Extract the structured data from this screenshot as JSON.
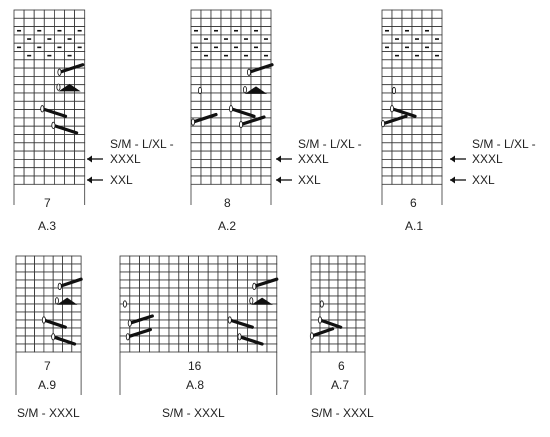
{
  "charts": [
    {
      "id": "A.3",
      "name": "A.3",
      "stitch_count": "7",
      "cols": 7,
      "rows": 21,
      "purl_rows": [
        17,
        19
      ],
      "symbols": [
        "cable-right",
        "triangle",
        "cable-left",
        "cable-left"
      ]
    },
    {
      "id": "A.2",
      "name": "A.2",
      "stitch_count": "8",
      "cols": 8,
      "rows": 21,
      "purl_rows": [
        17,
        19
      ],
      "symbols": [
        "cable-left",
        "triangle",
        "cable-right",
        "cable-left"
      ]
    },
    {
      "id": "A.1",
      "name": "A.1",
      "stitch_count": "6",
      "cols": 6,
      "rows": 21,
      "purl_rows": [
        17,
        19
      ],
      "symbols": [
        "cable-left",
        "cable-right"
      ]
    },
    {
      "id": "A.9",
      "name": "A.9",
      "stitch_count": "7",
      "cols": 7,
      "rows": 12,
      "purl_rows": [],
      "symbols": [
        "cable-right",
        "triangle",
        "cable-left"
      ],
      "size_label": "S/M - XXXL"
    },
    {
      "id": "A.8",
      "name": "A.8",
      "stitch_count": "16",
      "cols": 16,
      "rows": 12,
      "purl_rows": [],
      "symbols": [
        "cable-left",
        "triangle",
        "cable-right"
      ],
      "size_label": "S/M - XXXL"
    },
    {
      "id": "A.7",
      "name": "A.7",
      "stitch_count": "6",
      "cols": 6,
      "rows": 12,
      "purl_rows": [],
      "symbols": [
        "cable-left",
        "cable-right"
      ],
      "size_label": "S/M - XXXL"
    }
  ],
  "size_markers": {
    "line1": "S/M - L/XL -",
    "line2": "XXXL",
    "line3": "XXL"
  },
  "colors": {
    "grid": "#333333",
    "ink": "#111111"
  }
}
